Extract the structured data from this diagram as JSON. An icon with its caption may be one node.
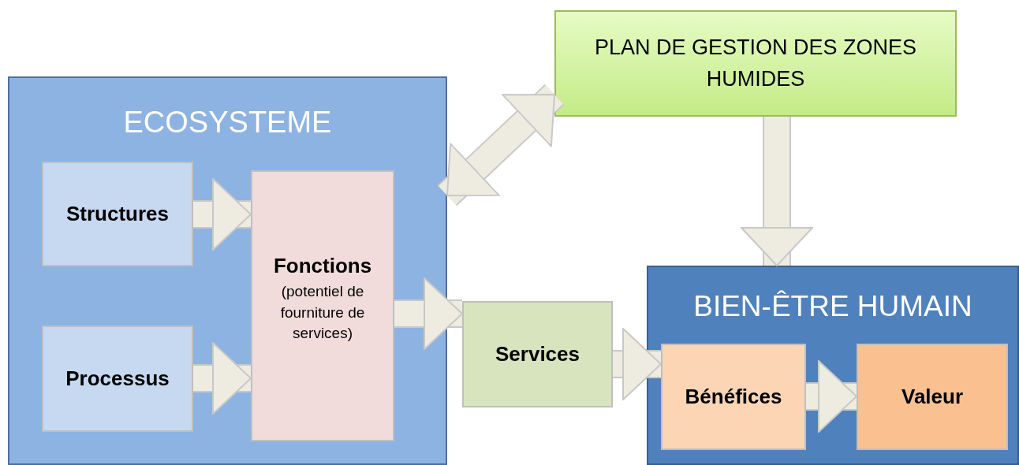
{
  "diagram": {
    "nodes": [
      {
        "text": [
          "ECOSYSTEME"
        ]
      },
      {
        "text": [
          "Structures"
        ],
        "in": 0
      },
      {
        "text": [
          "Processus"
        ],
        "in": 0
      },
      {
        "text": [
          "Fonctions",
          "(potentiel de fourniture de services)"
        ],
        "in": 0
      },
      {
        "text": [
          "PLAN DE GESTION DES ZONES HUMIDES"
        ]
      },
      {
        "text": [
          "Services"
        ]
      },
      {
        "text": [
          "BIEN-ÊTRE HUMAIN"
        ]
      },
      {
        "text": [
          "Bénéfices"
        ],
        "in": 6
      },
      {
        "text": [
          "Valeur"
        ],
        "in": 6
      }
    ],
    "edges": [
      {
        "from": 1,
        "to": 3,
        "arrow": "to"
      },
      {
        "from": 2,
        "to": 3,
        "arrow": "to"
      },
      {
        "from": 3,
        "to": 5,
        "arrow": "to"
      },
      {
        "from": 5,
        "to": 7,
        "arrow": "to"
      },
      {
        "from": 7,
        "to": 8,
        "arrow": "to"
      },
      {
        "from": 0,
        "to": 4,
        "arrow": "both"
      },
      {
        "from": 4,
        "to": 6,
        "arrow": "to"
      }
    ]
  }
}
